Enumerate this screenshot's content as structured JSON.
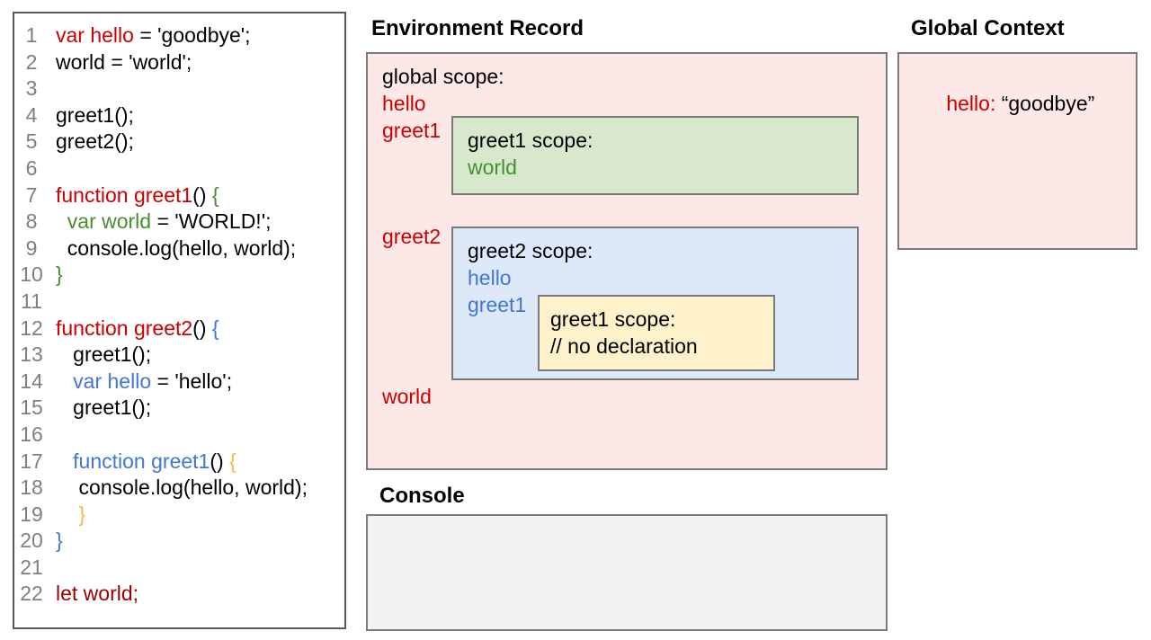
{
  "colors": {
    "black": "#000000",
    "red": "#cc0000",
    "red_berry": "#980000",
    "green": "#478f2d",
    "blue": "#4076d6",
    "gold": "#f1bc42",
    "line_number_gray": "#7f7f7f",
    "pink_fill": "#fce8e6",
    "green_fill": "#d7e8cc",
    "blue_fill": "#dde9f8",
    "yellow_fill": "#fef2cb",
    "console_fill": "#f2f2f2",
    "border_gray": "#7a7a7a"
  },
  "code_panel": {
    "lines": [
      {
        "n": "1",
        "segments": [
          {
            "t": "var hello",
            "c": "red"
          },
          {
            "t": " = 'goodbye';",
            "c": "black"
          }
        ]
      },
      {
        "n": "2",
        "segments": [
          {
            "t": "world = 'world';",
            "c": "black"
          }
        ]
      },
      {
        "n": "3",
        "segments": []
      },
      {
        "n": "4",
        "segments": [
          {
            "t": "greet1();",
            "c": "black"
          }
        ]
      },
      {
        "n": "5",
        "segments": [
          {
            "t": "greet2();",
            "c": "black"
          }
        ]
      },
      {
        "n": "6",
        "segments": []
      },
      {
        "n": "7",
        "segments": [
          {
            "t": "function greet1",
            "c": "red"
          },
          {
            "t": "() ",
            "c": "black"
          },
          {
            "t": "{",
            "c": "green"
          }
        ]
      },
      {
        "n": "8",
        "segments": [
          {
            "t": "  ",
            "c": "black"
          },
          {
            "t": "var world",
            "c": "green"
          },
          {
            "t": " = 'WORLD!';",
            "c": "black"
          }
        ]
      },
      {
        "n": "9",
        "segments": [
          {
            "t": "  console.log(hello, world);",
            "c": "black"
          }
        ]
      },
      {
        "n": "10",
        "segments": [
          {
            "t": "}",
            "c": "green"
          }
        ]
      },
      {
        "n": "11",
        "segments": []
      },
      {
        "n": "12",
        "segments": [
          {
            "t": "function greet2",
            "c": "red"
          },
          {
            "t": "() ",
            "c": "black"
          },
          {
            "t": "{",
            "c": "blue"
          }
        ]
      },
      {
        "n": "13",
        "segments": [
          {
            "t": "   greet1();",
            "c": "black"
          }
        ]
      },
      {
        "n": "14",
        "segments": [
          {
            "t": "   ",
            "c": "black"
          },
          {
            "t": "var hello",
            "c": "blue"
          },
          {
            "t": " = 'hello';",
            "c": "black"
          }
        ]
      },
      {
        "n": "15",
        "segments": [
          {
            "t": "   greet1();",
            "c": "black"
          }
        ]
      },
      {
        "n": "16",
        "segments": []
      },
      {
        "n": "17",
        "segments": [
          {
            "t": "   ",
            "c": "black"
          },
          {
            "t": "function greet1",
            "c": "blue"
          },
          {
            "t": "() ",
            "c": "black"
          },
          {
            "t": "{",
            "c": "gold"
          }
        ]
      },
      {
        "n": "18",
        "segments": [
          {
            "t": "    console.log(hello, world);",
            "c": "black"
          }
        ]
      },
      {
        "n": "19",
        "segments": [
          {
            "t": "    }",
            "c": "gold"
          }
        ]
      },
      {
        "n": "20",
        "segments": [
          {
            "t": "}",
            "c": "blue"
          }
        ]
      },
      {
        "n": "21",
        "segments": []
      },
      {
        "n": "22",
        "segments": [
          {
            "t": "let world;",
            "c": "red_berry"
          }
        ]
      }
    ]
  },
  "environment_record": {
    "title": "Environment Record",
    "global_scope": {
      "label": "global scope:",
      "entries": [
        "hello",
        "greet1",
        "greet2",
        "world"
      ]
    },
    "greet1_scope": {
      "label": "greet1 scope:",
      "entries": [
        "world"
      ]
    },
    "greet2_scope": {
      "label": "greet2 scope:",
      "entries": [
        "hello",
        "greet1"
      ],
      "greet1_scope": {
        "label": "greet1 scope:",
        "comment": "// no declaration"
      }
    }
  },
  "global_context": {
    "title": "Global Context",
    "entry": {
      "name": "hello:",
      "value": " “goodbye”"
    }
  },
  "console": {
    "title": "Console"
  }
}
